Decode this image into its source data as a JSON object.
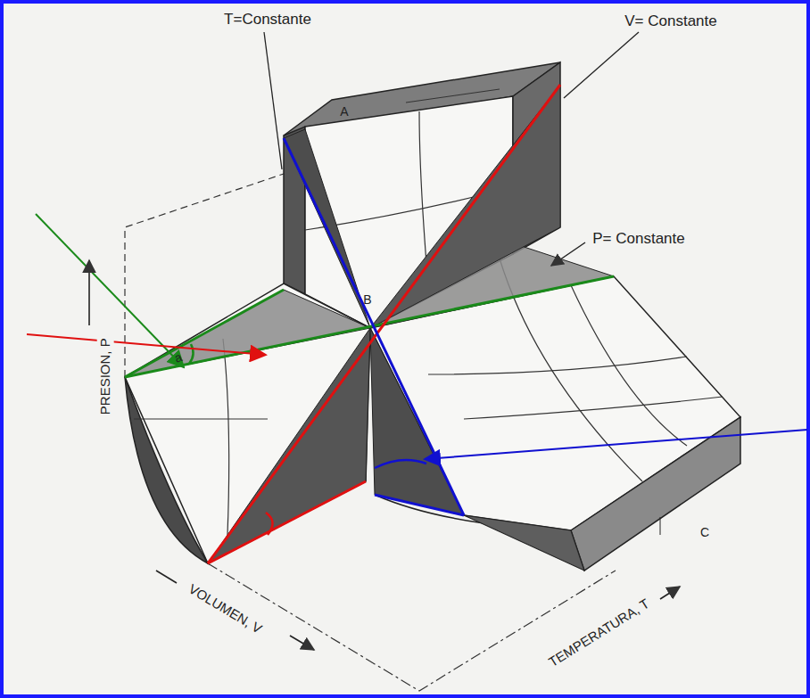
{
  "diagram": {
    "labels": [
      "T=Constante",
      "V= Constante",
      "P= Constante",
      "A",
      "B",
      "C",
      "a",
      "PRESION, P",
      "VOLUMEN, V",
      "TEMPERATURA, T"
    ]
  }
}
